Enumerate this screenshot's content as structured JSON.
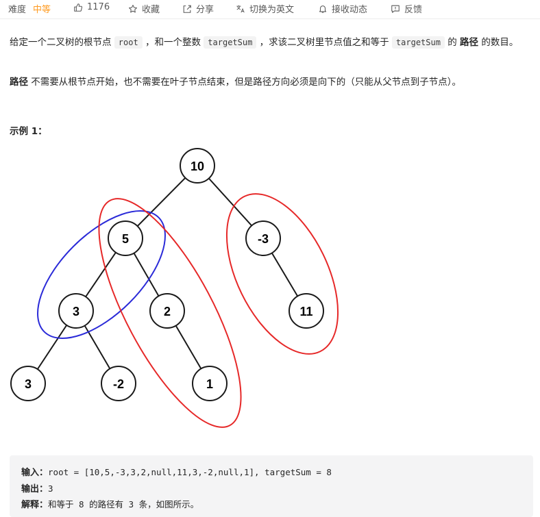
{
  "toolbar": {
    "difficulty_label": "难度",
    "difficulty_value": "中等",
    "likes": "1176",
    "favorite": "收藏",
    "share": "分享",
    "translate": "切换为英文",
    "notify": "接收动态",
    "feedback": "反馈"
  },
  "description": {
    "p1_a": "给定一个二叉树的根节点",
    "p1_code1": "root",
    "p1_b": "，和一个整数",
    "p1_code2": "targetSum",
    "p1_c": "，求该二叉树里节点值之和等于",
    "p1_code3": "targetSum",
    "p1_d": "的",
    "p1_strong": "路径",
    "p1_e": "的数",
    "p1_f": "目。",
    "p2_strong": "路径",
    "p2_rest": "不需要从根节点开始，也不需要在叶子节点结束，但是路径方向必须是向下的（只能从父节点到子节点）。"
  },
  "example": {
    "title": "示例 1："
  },
  "tree": {
    "nodes": [
      "10",
      "5",
      "-3",
      "3",
      "2",
      "11",
      "3",
      "-2",
      "1"
    ]
  },
  "codeblock": {
    "input_label": "输入：",
    "input_value": "root = [10,5,-3,3,2,null,11,3,-2,null,1], targetSum = 8",
    "output_label": "输出：",
    "output_value": "3",
    "explain_label": "解释：",
    "explain_value": "和等于 8 的路径有 3 条，如图所示。"
  },
  "colors": {
    "difficulty": "#ff9a1f",
    "highlight_red": "#e62828",
    "highlight_blue": "#2b2bd8"
  }
}
